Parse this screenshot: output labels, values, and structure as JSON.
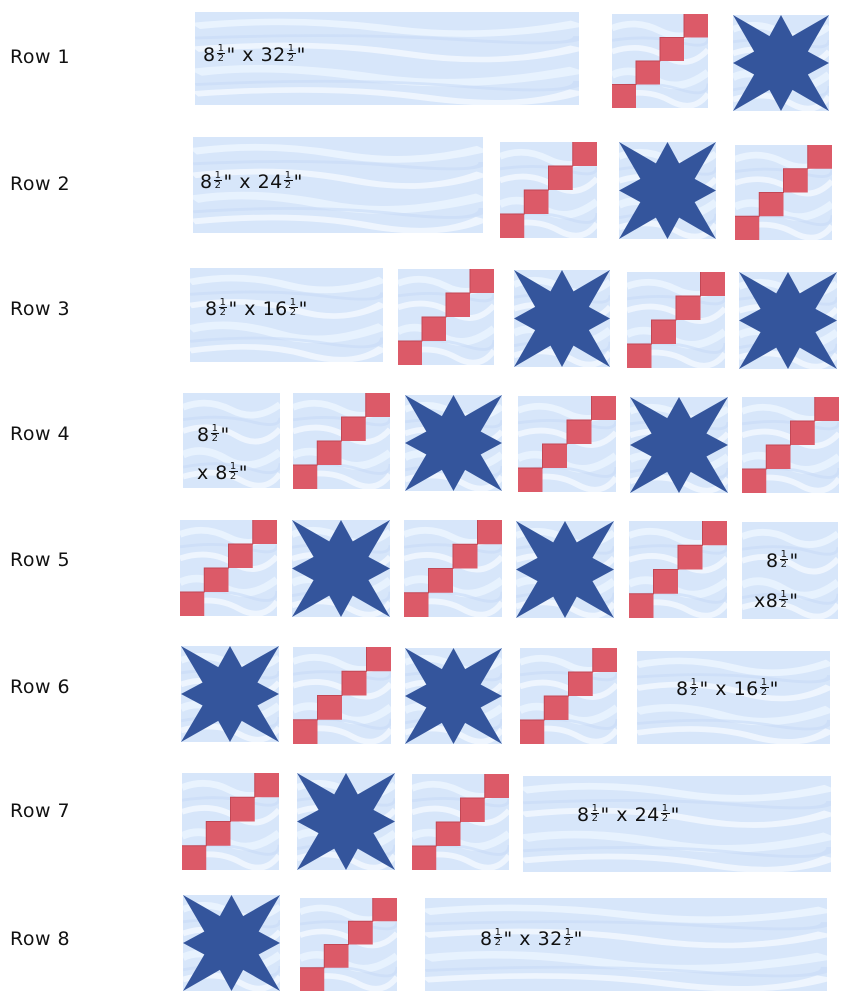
{
  "colors": {
    "fabric_light": "#d9e8fb",
    "fabric_streak": "#f2f8ff",
    "star_blue": "#34559c",
    "square_red": "#dc5a68"
  },
  "labels": {
    "row1": "Row 1",
    "row2": "Row 2",
    "row3": "Row 3",
    "row4": "Row 4",
    "row5": "Row 5",
    "row6": "Row 6",
    "row7": "Row 7",
    "row8": "Row 8"
  },
  "size_texts": {
    "eight": "8",
    "x": "x",
    "inch": "\"",
    "thirtytwo": "32",
    "twentyfour": "24",
    "sixteen": "16",
    "num": "1",
    "den": "2"
  },
  "block_icons": {
    "star": "star-block-icon",
    "steps": "stair-step-block-icon"
  }
}
